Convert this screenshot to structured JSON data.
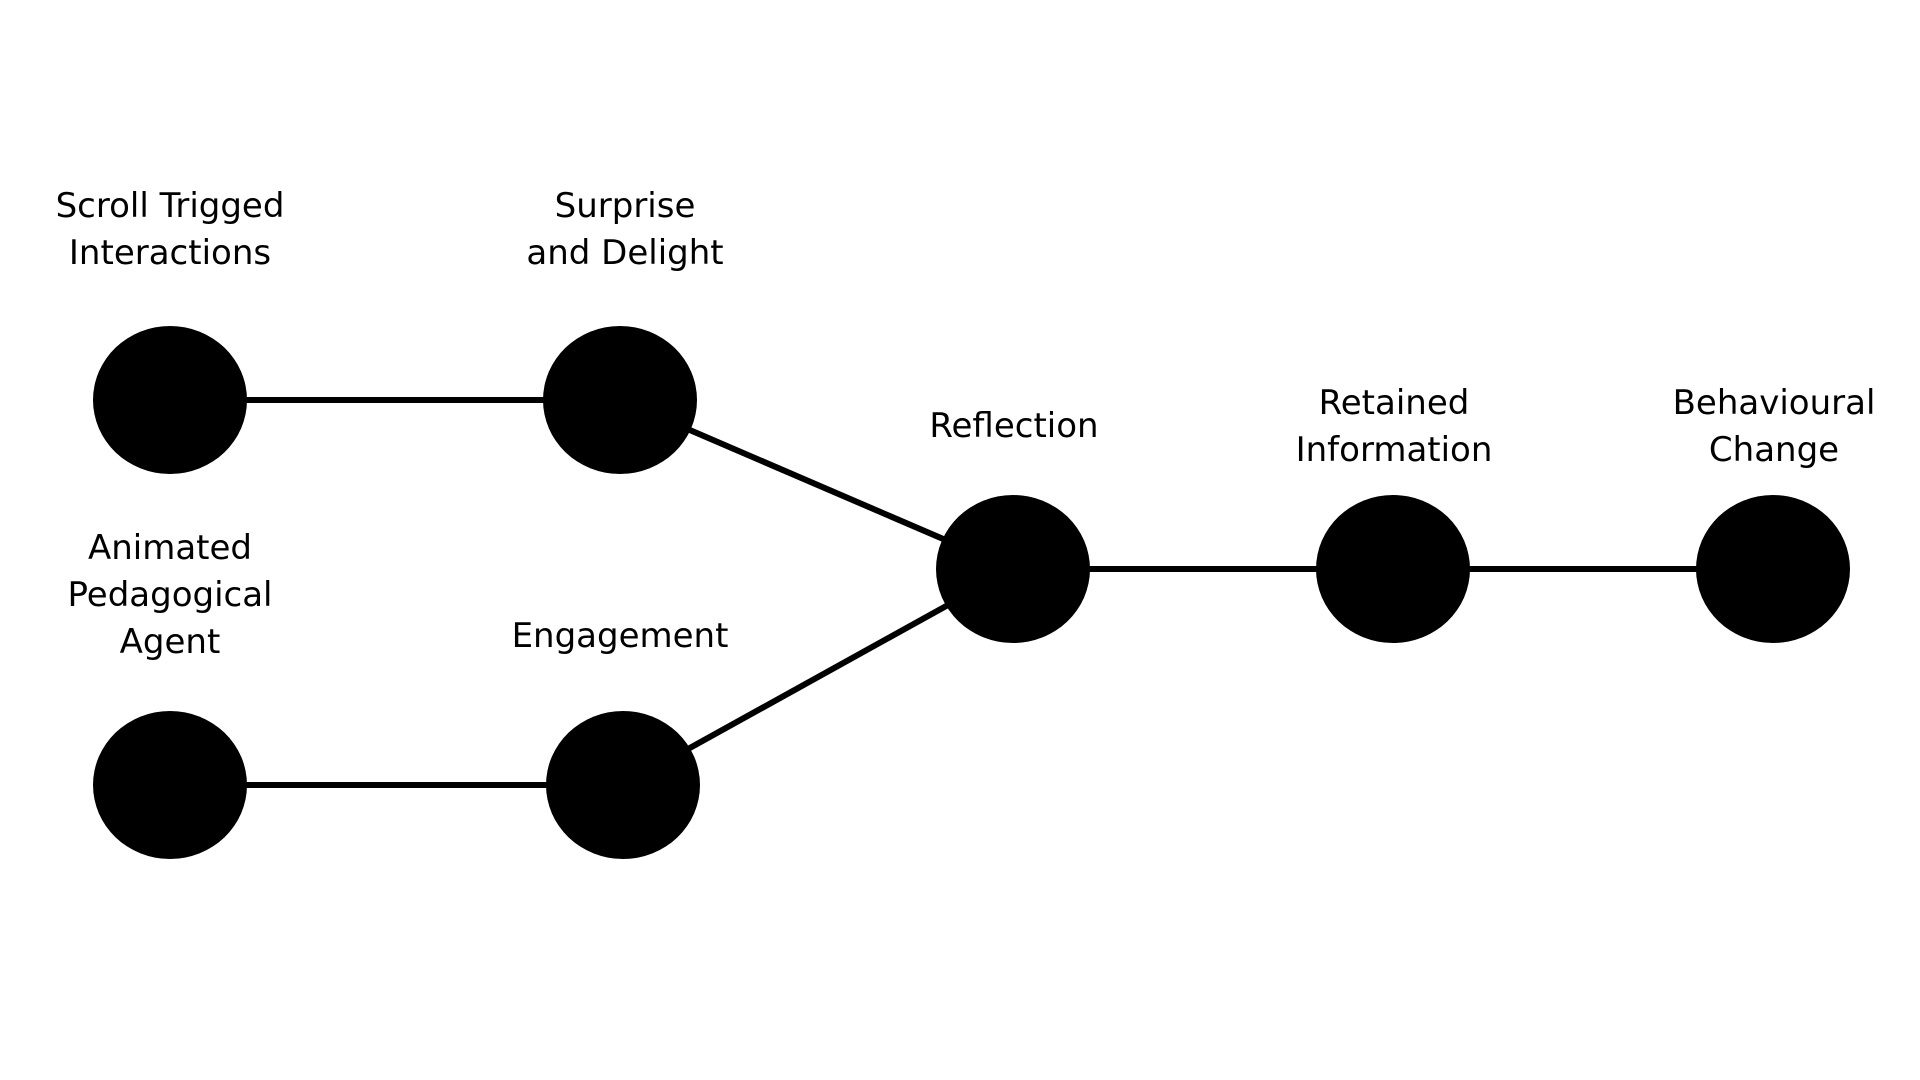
{
  "colors": {
    "node_fill": "#000000",
    "edge_stroke": "#000000",
    "background": "#ffffff",
    "text": "#000000"
  },
  "nodes": [
    {
      "id": "scroll",
      "label_lines": [
        "Scroll Trigged",
        "Interactions"
      ]
    },
    {
      "id": "surprise",
      "label_lines": [
        "Surprise",
        "and Delight"
      ]
    },
    {
      "id": "animated",
      "label_lines": [
        "Animated",
        "Pedagogical",
        "Agent"
      ]
    },
    {
      "id": "engagement",
      "label_lines": [
        "Engagement"
      ]
    },
    {
      "id": "reflection",
      "label_lines": [
        "Reflection"
      ]
    },
    {
      "id": "retained",
      "label_lines": [
        "Retained",
        "Information"
      ]
    },
    {
      "id": "behavioural",
      "label_lines": [
        "Behavioural",
        "Change"
      ]
    }
  ],
  "edges": [
    {
      "from": "scroll",
      "to": "surprise"
    },
    {
      "from": "animated",
      "to": "engagement"
    },
    {
      "from": "surprise",
      "to": "reflection"
    },
    {
      "from": "engagement",
      "to": "reflection"
    },
    {
      "from": "reflection",
      "to": "retained"
    },
    {
      "from": "retained",
      "to": "behavioural"
    }
  ]
}
